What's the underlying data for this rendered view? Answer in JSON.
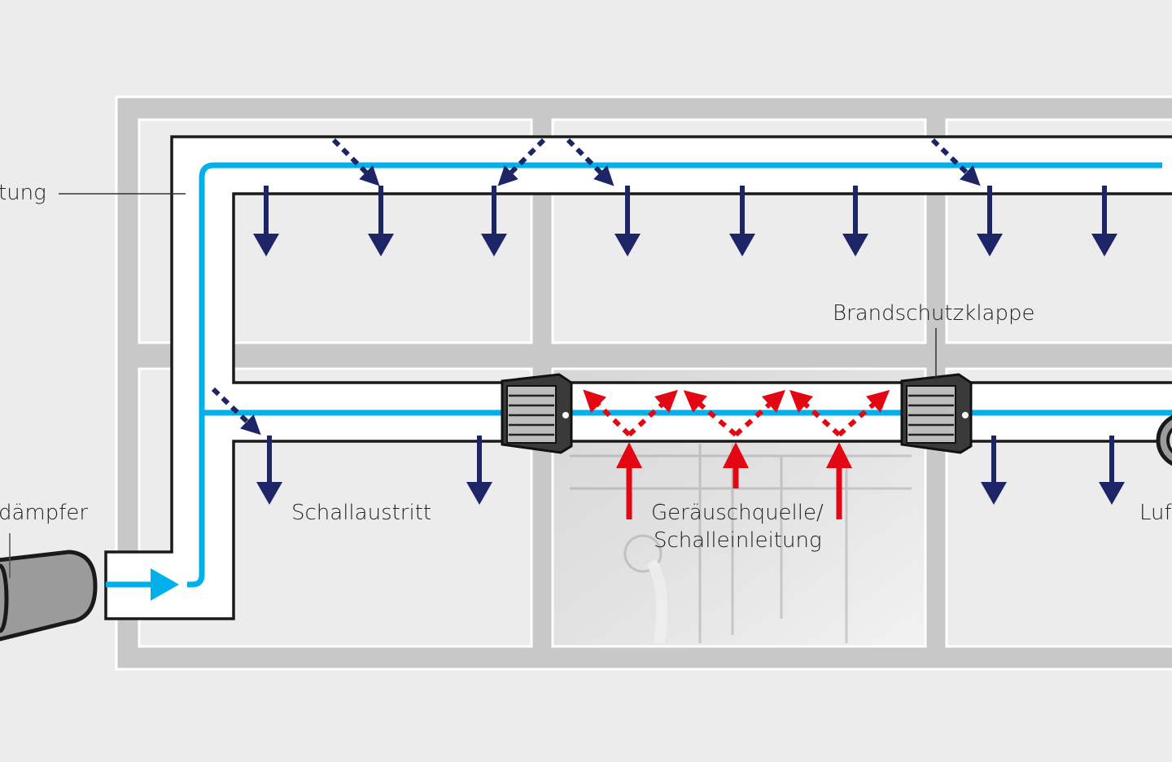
{
  "labels": {
    "duct": "tung",
    "silencer": "dämpfer",
    "sound_exit": "Schallaustritt",
    "noise_source_1": "Geräuschquelle/",
    "noise_source_2": "Schalleinleitung",
    "fire_damper": "Brandschutzklappe",
    "air": "Luf"
  },
  "colors": {
    "background": "#ececec",
    "walls": "#c8c8c8",
    "air_flow": "#00b0ea",
    "sound_exit_arrows": "#1d2566",
    "noise_arrows": "#e30613",
    "duct_outline": "#1a1a1a"
  }
}
